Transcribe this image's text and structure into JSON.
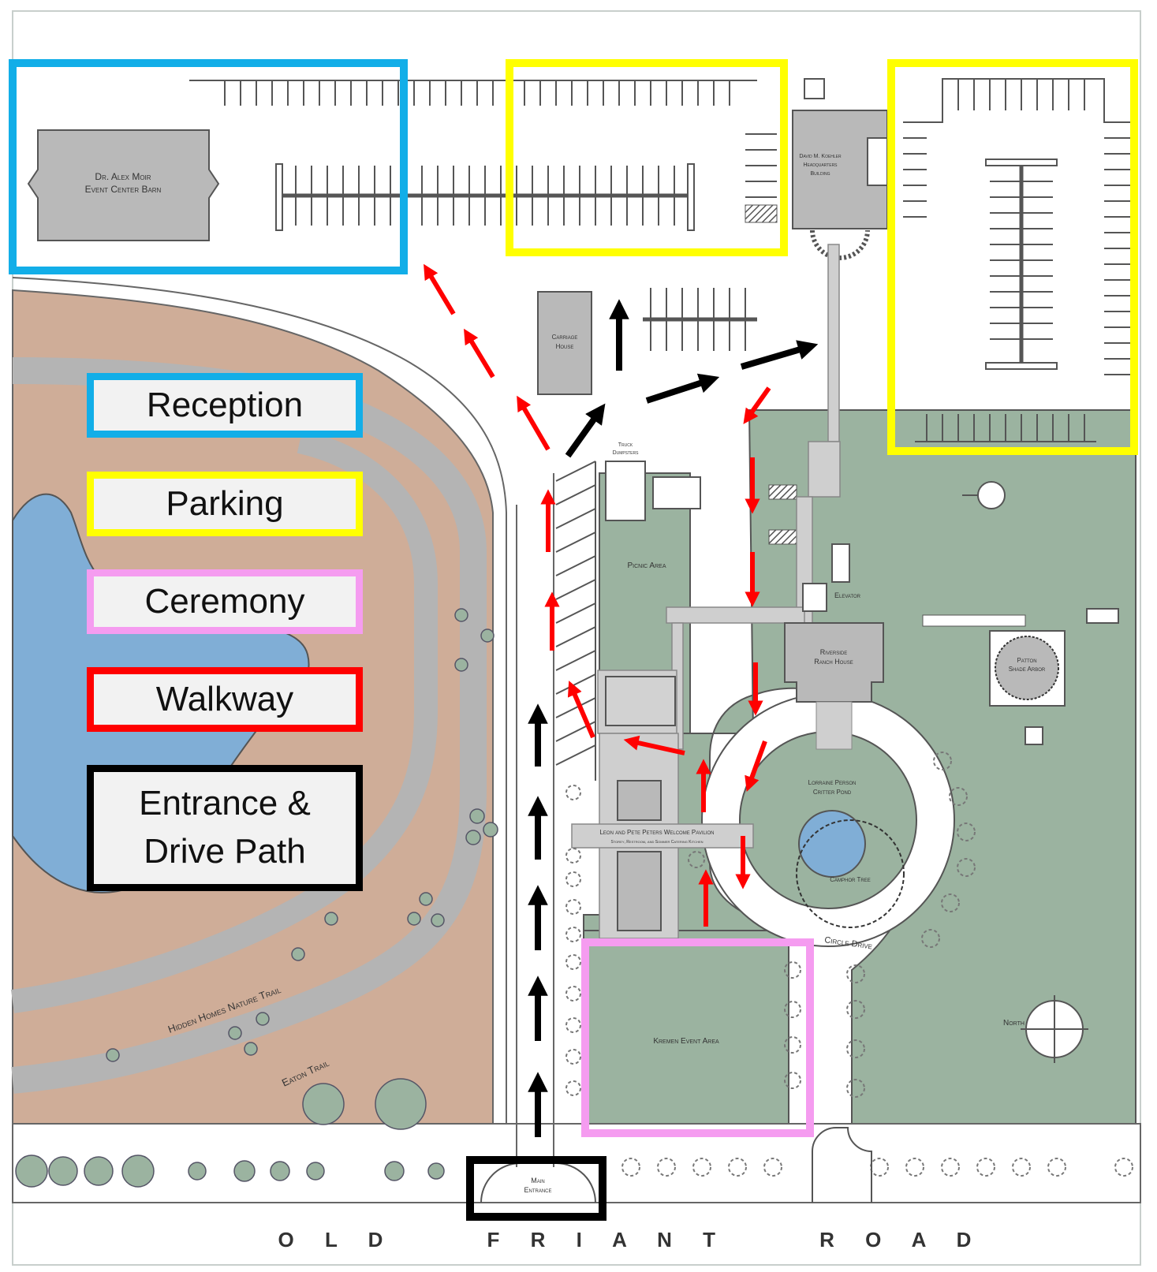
{
  "colors": {
    "reception": "#12aee8",
    "parking": "#ffff00",
    "ceremony": "#f59cf0",
    "walkway": "#ff0000",
    "entrance_drive": "#000000",
    "lawn": "#9bb3a0",
    "trail_ground": "#cfad98",
    "pond": "#80aed6",
    "building": "#b9b9b9"
  },
  "legend": [
    {
      "key": "reception",
      "label": "Reception"
    },
    {
      "key": "parking",
      "label": "Parking"
    },
    {
      "key": "ceremony",
      "label": "Ceremony"
    },
    {
      "key": "walkway",
      "label": "Walkway"
    },
    {
      "key": "entrance_drive",
      "label": "Entrance & Drive Path",
      "line1": "Entrance &",
      "line2": "Drive Path"
    }
  ],
  "map_labels": {
    "event_center_barn_1": "Dr. Alex Moir",
    "event_center_barn_2": "Event Center Barn",
    "carriage_house_1": "Carriage",
    "carriage_house_2": "House",
    "headquarters_1": "David M. Koehler",
    "headquarters_2": "Headquarters",
    "headquarters_3": "Building",
    "truck_dumpsters_1": "Truck",
    "truck_dumpsters_2": "Dumpsters",
    "picnic_area": "Picnic Area",
    "elevator": "Elevator",
    "ranch_house_1": "Riverside",
    "ranch_house_2": "Ranch House",
    "shade_arbor_1": "Patton",
    "shade_arbor_2": "Shade Arbor",
    "welcome_pavilion_1": "Leon and Pete Peters Welcome Pavilion",
    "welcome_pavilion_2": "Storey, Restroom, and Sommer Catering Kitchen",
    "critter_pond_1": "Lorraine Person",
    "critter_pond_2": "Critter Pond",
    "camphor_tree": "Camphor Tree",
    "circle_drive": "Circle Drive",
    "kremen_event_area": "Kremen Event Area",
    "north": "North",
    "nature_trail": "Hidden Homes Nature Trail",
    "eaton_trail": "Eaton Trail",
    "main_entrance_1": "Main",
    "main_entrance_2": "Entrance",
    "road": "O L D     F R I A N T     R O A D"
  }
}
